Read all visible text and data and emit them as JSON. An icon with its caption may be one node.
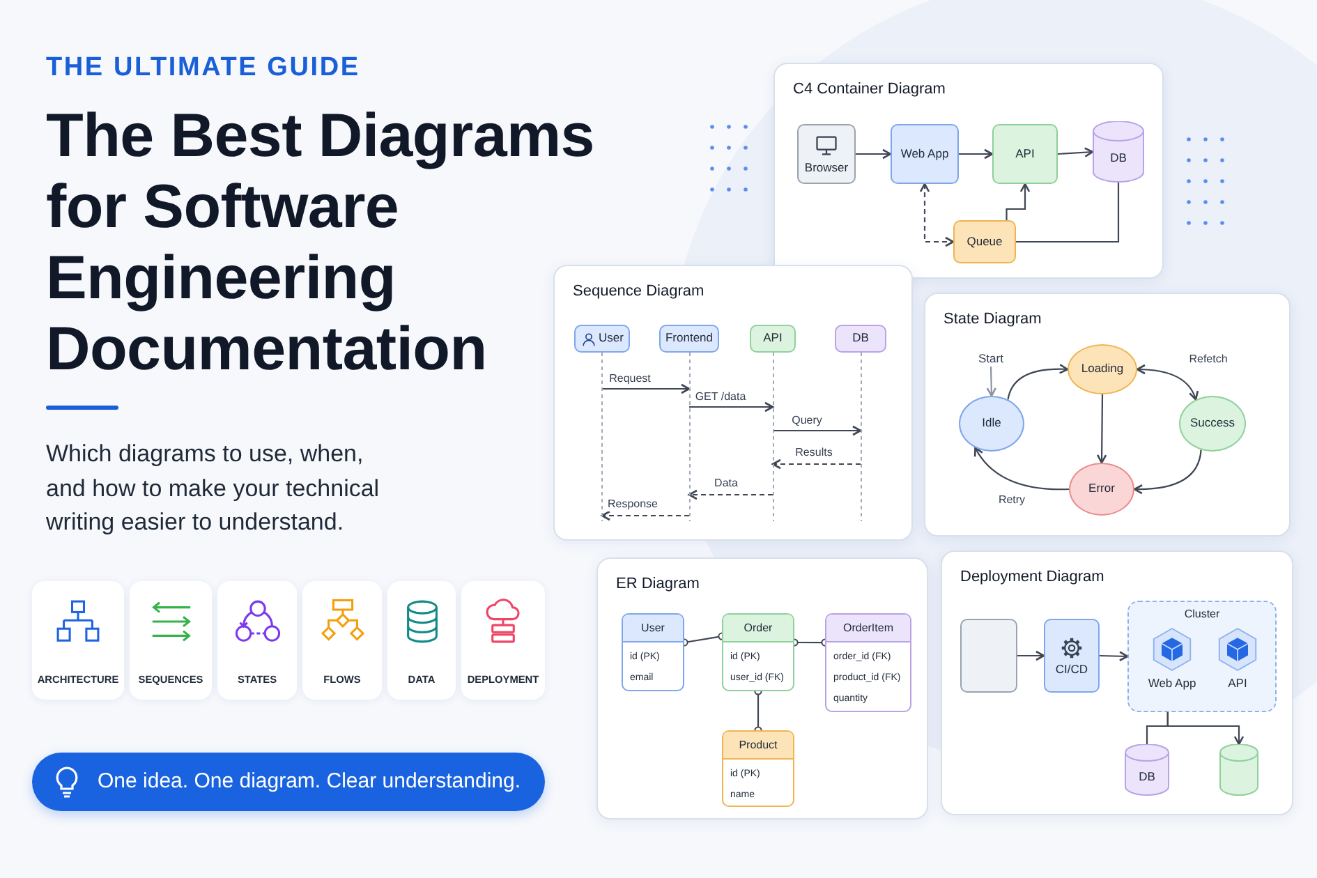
{
  "diagram": {
    "title": "The Best Diagrams for Software Engineering Documentation",
    "nodes": [
      {
        "text": [
          "ARCHITECTURE"
        ]
      },
      {
        "text": [
          "SEQUENCES"
        ]
      },
      {
        "text": [
          "STATES"
        ]
      },
      {
        "text": [
          "FLOWS"
        ]
      },
      {
        "text": [
          "DATA"
        ]
      },
      {
        "text": [
          "DEPLOYMENT"
        ]
      },
      {
        "text": [
          "One idea. One diagram. Clear understanding."
        ]
      },
      {
        "text": [
          "C4 Container Diagram"
        ]
      },
      {
        "text": [
          "Browser"
        ],
        "in": 7
      },
      {
        "text": [
          "Web App"
        ],
        "in": 7
      },
      {
        "text": [
          "API"
        ],
        "in": 7
      },
      {
        "text": [
          "DB"
        ],
        "in": 7
      },
      {
        "text": [
          "Queue"
        ],
        "in": 7
      },
      {
        "text": [
          "Sequence Diagram"
        ]
      },
      {
        "text": [
          "User"
        ],
        "in": 13
      },
      {
        "text": [
          "Frontend"
        ],
        "in": 13
      },
      {
        "text": [
          "API"
        ],
        "in": 13
      },
      {
        "text": [
          "DB"
        ],
        "in": 13
      },
      {
        "text": [
          "State Diagram"
        ]
      },
      {
        "text": [
          "Loading"
        ],
        "in": 18
      },
      {
        "text": [
          "Idle"
        ],
        "in": 18
      },
      {
        "text": [
          "Success"
        ],
        "in": 18
      },
      {
        "text": [
          "Error"
        ],
        "in": 18
      },
      {
        "text": [
          "Start"
        ],
        "in": 18
      },
      {
        "text": [
          "ER Diagram"
        ]
      },
      {
        "text": [
          "User",
          "id (PK)",
          "email"
        ],
        "in": 24
      },
      {
        "text": [
          "Order",
          "id (PK)",
          "user_id (FK)"
        ],
        "in": 24
      },
      {
        "text": [
          "OrderItem",
          "order_id (FK)",
          "product_id (FK)",
          "quantity"
        ],
        "in": 24
      },
      {
        "text": [
          "Product",
          "id (PK)",
          "name"
        ],
        "in": 24
      },
      {
        "text": [
          "Deployment Diagram"
        ]
      },
      {
        "text": [],
        "shape": "box",
        "in": 29
      },
      {
        "text": [
          "CI/CD"
        ],
        "in": 29
      },
      {
        "text": [
          "Cluster"
        ],
        "in": 29
      },
      {
        "text": [
          "Web App"
        ],
        "in": 32
      },
      {
        "text": [
          "API"
        ],
        "in": 32
      },
      {
        "text": [
          "DB"
        ],
        "in": 29
      },
      {
        "text": [],
        "shape": "cylinder",
        "in": 29
      }
    ],
    "edges": [
      {
        "from": 8,
        "to": 9,
        "arrow": "to"
      },
      {
        "from": 9,
        "to": 10,
        "arrow": "to"
      },
      {
        "from": 10,
        "to": 11,
        "arrow": "to"
      },
      {
        "from": 9,
        "to": 12,
        "arrow": "both",
        "style": "dashed"
      },
      {
        "from": 12,
        "to": 10,
        "arrow": "to"
      },
      {
        "from": 12,
        "to": 11,
        "arrow": "none"
      },
      {
        "from": 14,
        "to": 15,
        "arrow": "to",
        "label": "Request"
      },
      {
        "from": 15,
        "to": 16,
        "arrow": "to",
        "label": "GET /data"
      },
      {
        "from": 16,
        "to": 17,
        "arrow": "to",
        "label": "Query"
      },
      {
        "from": 17,
        "to": 16,
        "arrow": "to",
        "label": "Results",
        "style": "dashed"
      },
      {
        "from": 16,
        "to": 15,
        "arrow": "to",
        "label": "Data",
        "style": "dashed"
      },
      {
        "from": 15,
        "to": 14,
        "arrow": "to",
        "label": "Response",
        "style": "dashed"
      },
      {
        "from": 23,
        "to": 20,
        "arrow": "to",
        "color": "#8b93a1"
      },
      {
        "from": 20,
        "to": 19,
        "arrow": "to"
      },
      {
        "from": 19,
        "to": 21,
        "arrow": "both",
        "label": "Refetch"
      },
      {
        "from": 19,
        "to": 22,
        "arrow": "to"
      },
      {
        "from": 21,
        "to": 22,
        "arrow": "to"
      },
      {
        "from": 22,
        "to": 20,
        "arrow": "to",
        "label": "Retry"
      },
      {
        "from": 25,
        "to": 26,
        "arrow": "other"
      },
      {
        "from": 26,
        "to": 27,
        "arrow": "other"
      },
      {
        "from": 26,
        "to": 28,
        "arrow": "other"
      },
      {
        "from": 30,
        "to": 31,
        "arrow": "to"
      },
      {
        "from": 31,
        "to": 32,
        "arrow": "to"
      },
      {
        "from": 32,
        "to": 35,
        "arrow": "none"
      },
      {
        "from": 32,
        "to": 36,
        "arrow": "to"
      }
    ],
    "labels": [
      "THE ULTIMATE GUIDE",
      "Which diagrams to use, when, and how to make your technical writing easier to understand."
    ]
  }
}
